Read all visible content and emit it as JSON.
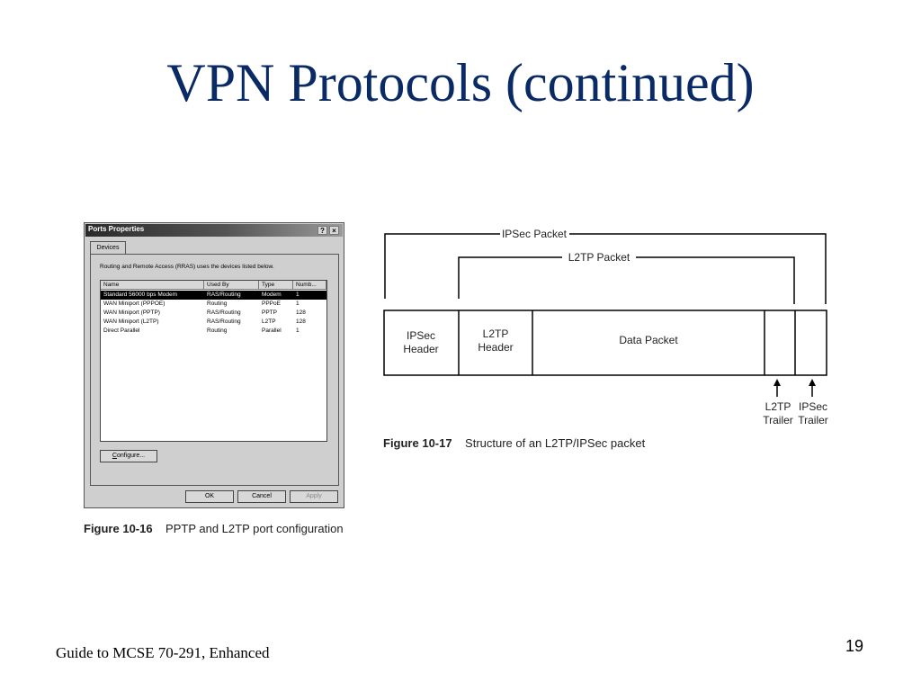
{
  "slide": {
    "title": "VPN Protocols (continued)",
    "footer": "Guide to MCSE 70-291, Enhanced",
    "page_number": "19"
  },
  "dialog": {
    "title": "Ports Properties",
    "help_button": "?",
    "close_button": "×",
    "tab_label": "Devices",
    "description": "Routing and Remote Access (RRAS) uses the devices listed below.",
    "columns": [
      "Name",
      "Used By",
      "Type",
      "Numb..."
    ],
    "rows": [
      {
        "name": "Standard 56000 bps Modem",
        "used_by": "RAS/Routing",
        "type": "Modem",
        "number": "1",
        "selected": true
      },
      {
        "name": "WAN Miniport (PPPOE)",
        "used_by": "Routing",
        "type": "PPPoE",
        "number": "1",
        "selected": false
      },
      {
        "name": "WAN Miniport (PPTP)",
        "used_by": "RAS/Routing",
        "type": "PPTP",
        "number": "128",
        "selected": false
      },
      {
        "name": "WAN Miniport (L2TP)",
        "used_by": "RAS/Routing",
        "type": "L2TP",
        "number": "128",
        "selected": false
      },
      {
        "name": "Direct Parallel",
        "used_by": "Routing",
        "type": "Parallel",
        "number": "1",
        "selected": false
      }
    ],
    "configure_button": "Configure...",
    "ok_button": "OK",
    "cancel_button": "Cancel",
    "apply_button": "Apply"
  },
  "figure_16": {
    "label": "Figure 10-16",
    "text": "PPTP and L2TP port configuration"
  },
  "figure_17": {
    "label": "Figure 10-17",
    "text": "Structure of an L2TP/IPSec packet"
  },
  "diagram": {
    "ipsec_packet_label": "IPSec Packet",
    "l2tp_packet_label": "L2TP Packet",
    "cells": [
      {
        "line1": "IPSec",
        "line2": "Header"
      },
      {
        "line1": "L2TP",
        "line2": "Header"
      },
      {
        "line1": "Data Packet",
        "line2": ""
      }
    ],
    "trailers": [
      {
        "line1": "L2TP",
        "line2": "Trailer"
      },
      {
        "line1": "IPSec",
        "line2": "Trailer"
      }
    ]
  }
}
